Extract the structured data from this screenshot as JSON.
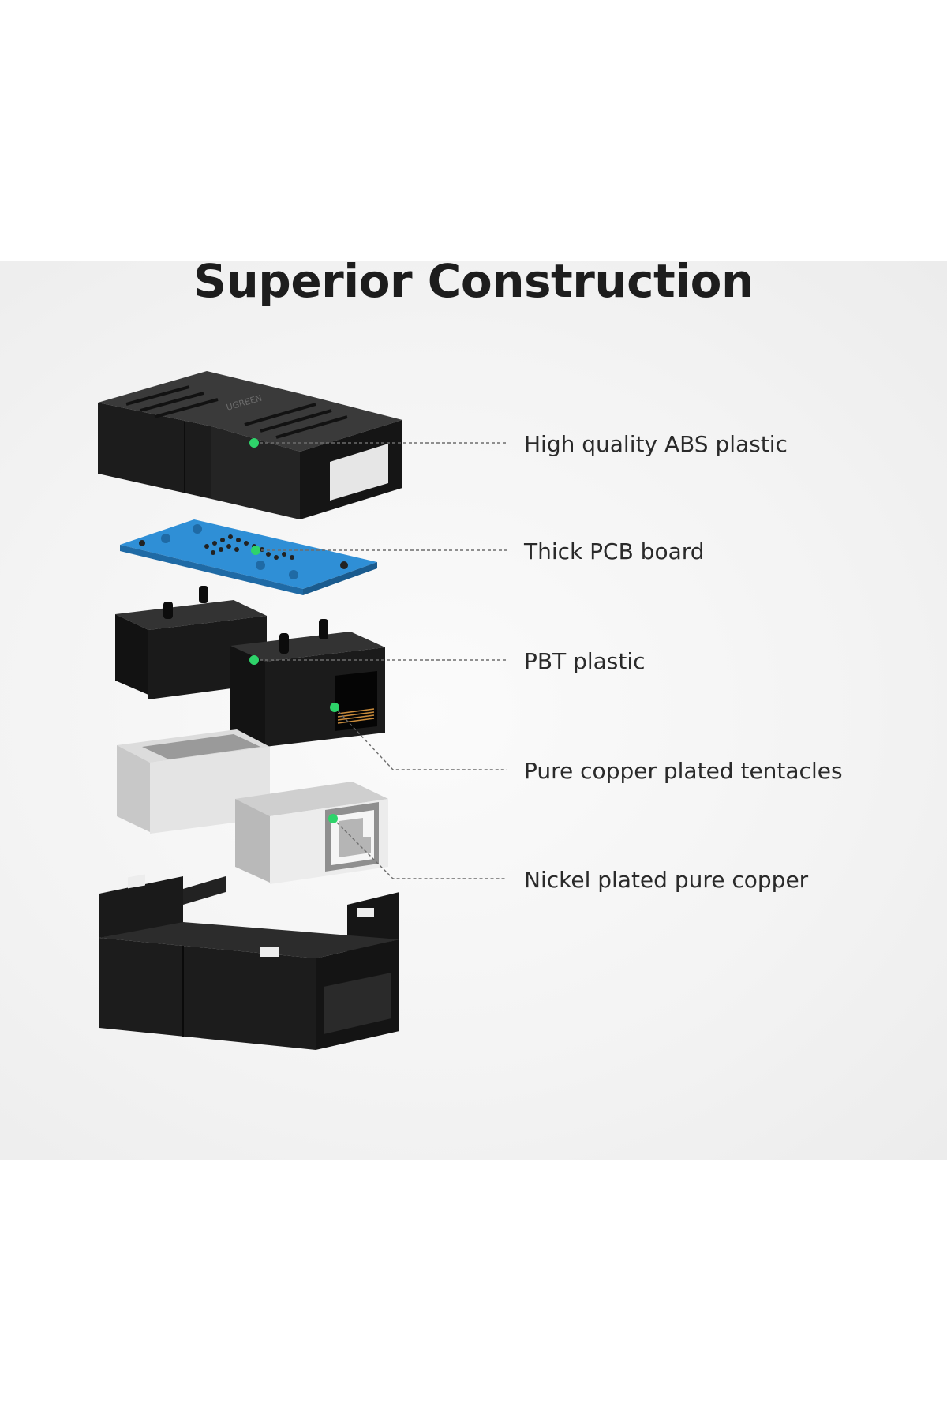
{
  "title": "Superior Construction",
  "brand_mark": "UGREEN",
  "callouts": [
    {
      "label": "High quality ABS plastic"
    },
    {
      "label": "Thick PCB board"
    },
    {
      "label": "PBT plastic"
    },
    {
      "label": "Pure copper plated tentacles"
    },
    {
      "label": "Nickel plated pure copper"
    }
  ],
  "colors": {
    "marker_dot": "#2ed36a",
    "pcb_blue": "#2f8fd6",
    "housing_black": "#1c1c1c",
    "leader_line": "#6d6d6d",
    "title_text": "#1d1d1d"
  }
}
